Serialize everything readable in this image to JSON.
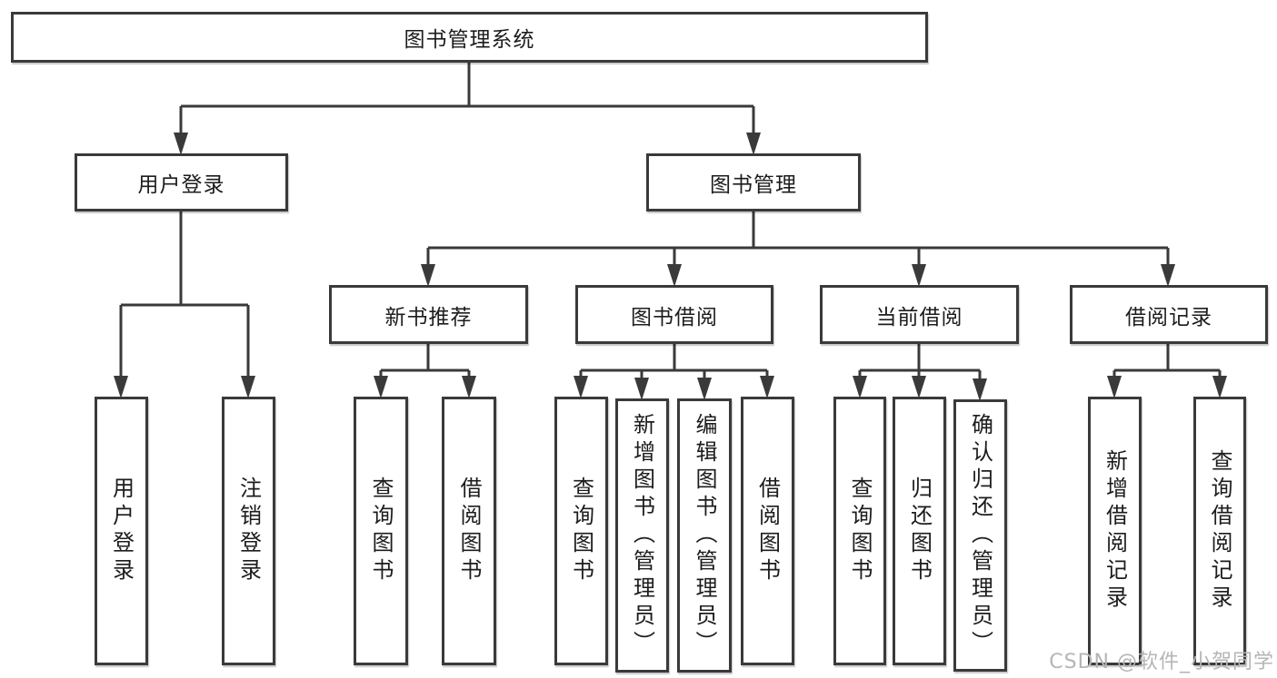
{
  "nodes": {
    "root": "图书管理系统",
    "user_login": "用户登录",
    "book_mgmt": "图书管理",
    "new_book": "新书推荐",
    "book_borrow": "图书借阅",
    "current_borrow": "当前借阅",
    "borrow_record": "借阅记录"
  },
  "leaves": {
    "user_login": [
      "用户登录",
      "注销登录"
    ],
    "new_book": [
      "查询图书",
      "借阅图书"
    ],
    "book_borrow": [
      "查询图书",
      "新增图书（管理员）",
      "编辑图书（管理员）",
      "借阅图书"
    ],
    "current_borrow": [
      "查询图书",
      "归还图书",
      "确认归还（管理员）"
    ],
    "borrow_record": [
      "新增借阅记录",
      "查询借阅记录"
    ]
  },
  "watermark": "CSDN @软件_小贺同学",
  "colors": {
    "line": "#3a3a3a",
    "text": "#1c1c1c",
    "watermark": "#b5b5b5",
    "background": "#ffffff"
  }
}
